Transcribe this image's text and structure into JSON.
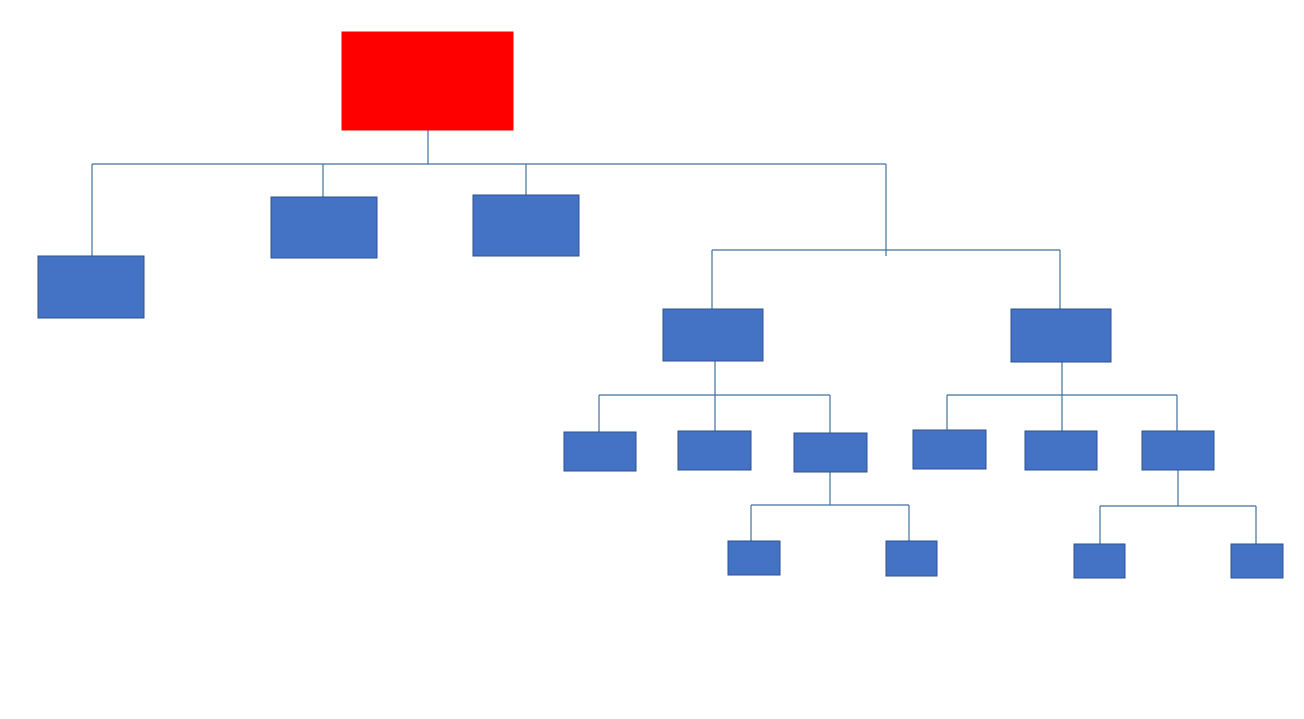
{
  "diagram": {
    "type": "org-chart",
    "colors": {
      "root_fill": "#ff0000",
      "node_fill": "#4472c4",
      "node_border": "#2f528f",
      "connector": "#41719c",
      "background": "#ffffff"
    },
    "root": {
      "id": "root",
      "children": [
        {
          "id": "level1-a",
          "children": []
        },
        {
          "id": "level1-b",
          "children": []
        },
        {
          "id": "level1-c",
          "children": []
        },
        {
          "id": "level1-d",
          "children": [
            {
              "id": "level2-a",
              "children": [
                {
                  "id": "level3-a",
                  "children": []
                },
                {
                  "id": "level3-b",
                  "children": []
                },
                {
                  "id": "level3-c",
                  "children": [
                    {
                      "id": "level4-a",
                      "children": []
                    },
                    {
                      "id": "level4-b",
                      "children": []
                    }
                  ]
                }
              ]
            },
            {
              "id": "level2-b",
              "children": [
                {
                  "id": "level3-d",
                  "children": []
                },
                {
                  "id": "level3-e",
                  "children": []
                },
                {
                  "id": "level3-f",
                  "children": [
                    {
                      "id": "level4-c",
                      "children": []
                    },
                    {
                      "id": "level4-d",
                      "children": []
                    }
                  ]
                }
              ]
            }
          ]
        }
      ]
    }
  }
}
